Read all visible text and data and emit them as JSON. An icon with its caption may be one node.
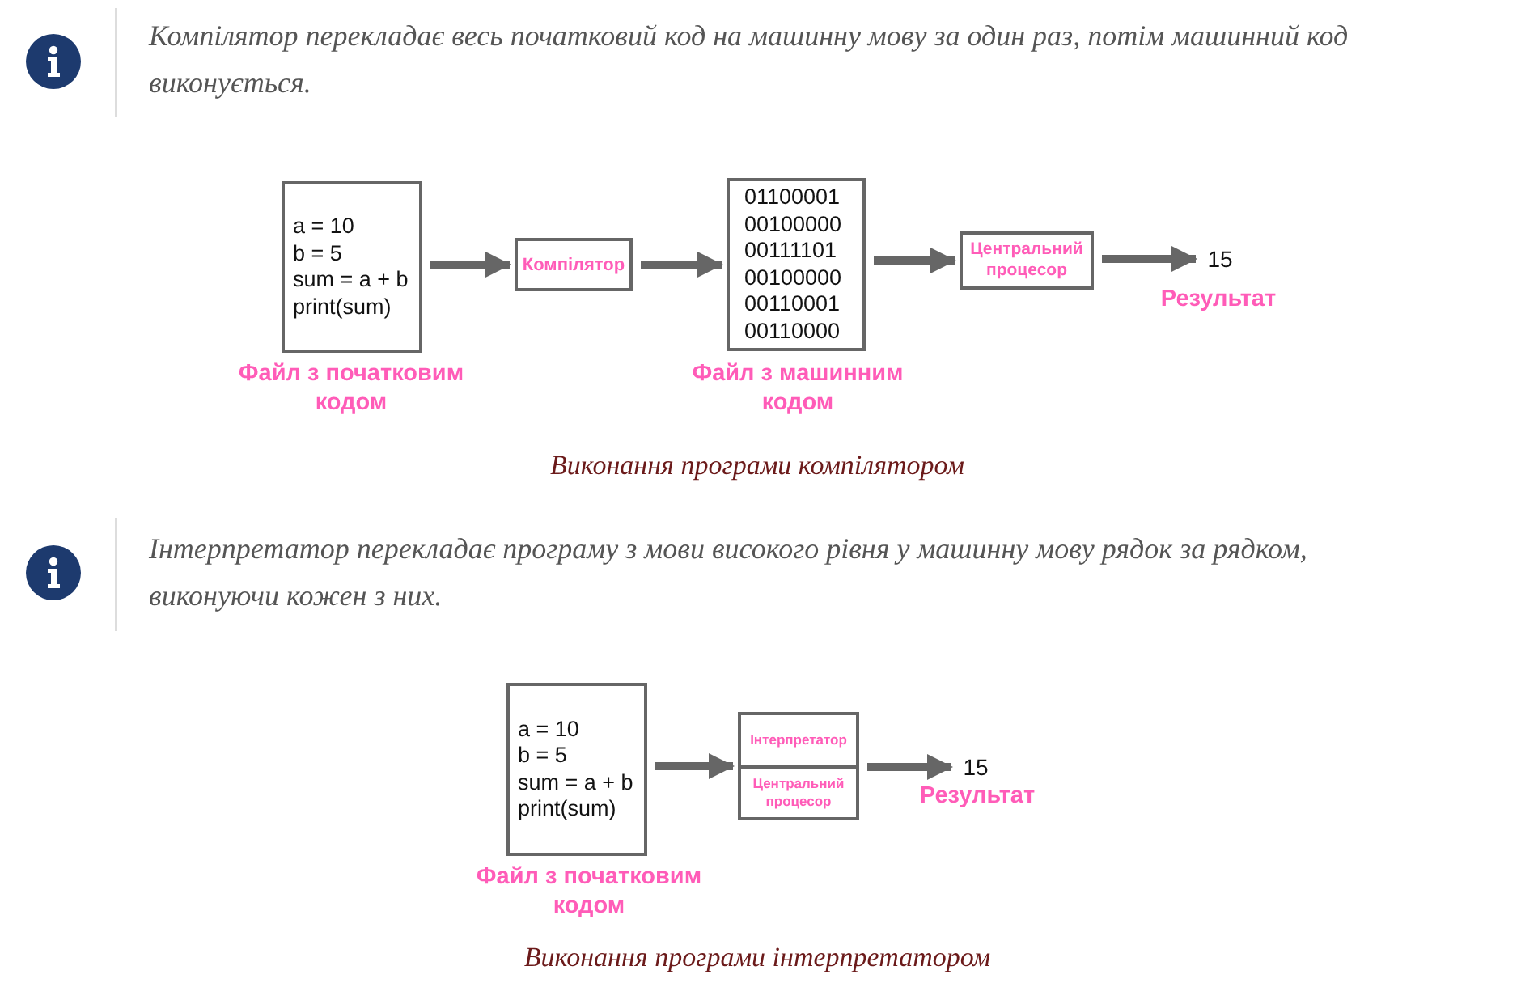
{
  "diagram": {
    "nodes": [
      {
        "text": [
          "a = 10",
          "b = 5",
          "sum = a + b",
          "print(sum)"
        ],
        "beside": [
          "Файл з початковим кодом"
        ]
      },
      {
        "text": [
          "Компілятор"
        ]
      },
      {
        "text": [
          "01100001",
          "00100000",
          "00111101",
          "00100000",
          "00110001",
          "00110000"
        ],
        "beside": [
          "Файл з машинним кодом"
        ]
      },
      {
        "text": [
          "Центральний процесор"
        ]
      },
      {
        "text": [
          "15"
        ],
        "beside": [
          "Результат"
        ]
      },
      {
        "text": [
          "a = 10",
          "b = 5",
          "sum = a + b",
          "print(sum)"
        ],
        "beside": [
          "Файл з початковим кодом"
        ]
      },
      {
        "text": [],
        "shape": "box"
      },
      {
        "text": [
          "Інтерпретатор"
        ],
        "in": 6
      },
      {
        "text": [
          "Центральний процесор"
        ],
        "in": 6
      },
      {
        "text": [
          "15"
        ],
        "beside": [
          "Результат"
        ]
      }
    ],
    "edges": [
      {
        "from": 0,
        "to": 1,
        "arrow": "to"
      },
      {
        "from": 1,
        "to": 2,
        "arrow": "to"
      },
      {
        "from": 2,
        "to": 3,
        "arrow": "to"
      },
      {
        "from": 3,
        "to": 4,
        "arrow": "to"
      },
      {
        "from": 5,
        "to": 6,
        "arrow": "to"
      },
      {
        "from": 6,
        "to": 9,
        "arrow": "to"
      }
    ],
    "labels": [
      "Компілятор перекладає весь початковий код на машинну мову за один раз, потім машинний код виконується.",
      "Виконання програми компілятором",
      "Інтерпретатор перекладає програму з мови високого рівня у машинну мову рядок за рядком, виконуючи кожен з них.",
      "Виконання програми інтерпретатором"
    ]
  }
}
